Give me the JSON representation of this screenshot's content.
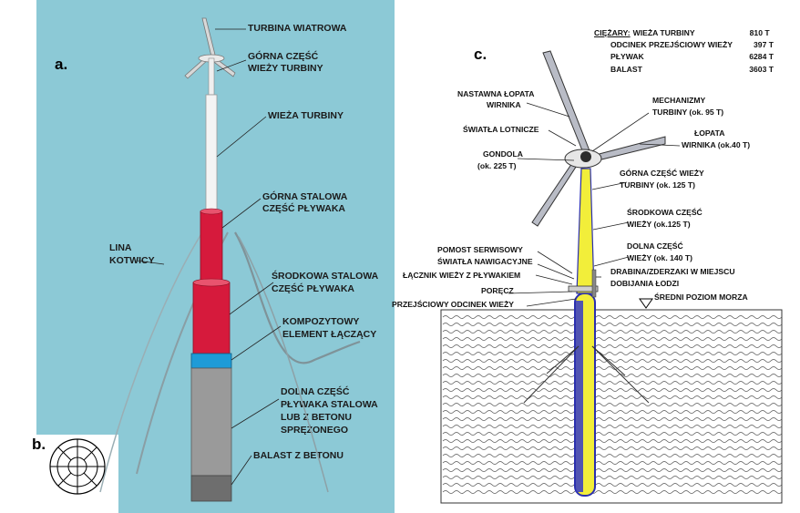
{
  "panel_a": {
    "letter": "a.",
    "labels": {
      "turbine": "TURBINA WIATROWA",
      "upper_tower_1": "GÓRNA CZĘŚĆ",
      "upper_tower_2": "WIEŻY TURBINY",
      "tower": "WIEŻA TURBINY",
      "upper_float_1": "GÓRNA STALOWA",
      "upper_float_2": "CZĘŚĆ PŁYWAKA",
      "mooring_1": "LINA",
      "mooring_2": "KOTWICY",
      "middle_float_1": "ŚRODKOWA STALOWA",
      "middle_float_2": "CZĘŚĆ PŁYWAKA",
      "composite_1": "KOMPOZYTOWY",
      "composite_2": "ELEMENT ŁĄCZĄCY",
      "lower_float_1": "DOLNA CZĘŚĆ",
      "lower_float_2": "PŁYWAKA STALOWA",
      "lower_float_3": "LUB Z BETONU",
      "lower_float_4": "SPRĘŻONEGO",
      "ballast": "BALAST Z BETONU"
    }
  },
  "panel_b": {
    "letter": "b."
  },
  "panel_c": {
    "letter": "c.",
    "weights": {
      "heading": "CIĘŻARY:",
      "rows": [
        {
          "name": "WIEŻA TURBINY",
          "value": "810 T"
        },
        {
          "name": "ODCINEK PRZEJŚCIOWY WIEŻY",
          "value": "397 T"
        },
        {
          "name": "PŁYWAK",
          "value": "6284 T"
        },
        {
          "name": "BALAST",
          "value": "3603 T"
        }
      ]
    },
    "labels": {
      "blade_pitch_1": "NASTAWNA ŁOPATA",
      "blade_pitch_2": "WIRNIKA",
      "mechanisms_1": "MECHANIZMY",
      "mechanisms_2": "TURBINY (ok. 95 T)",
      "aviation_lights": "ŚWIATŁA LOTNICZE",
      "blade_1": "ŁOPATA",
      "blade_2": "WIRNIKA (ok.40 T)",
      "nacelle_1": "GONDOLA",
      "nacelle_2": "(ok. 225 T)",
      "upper_tower_1": "GÓRNA CZĘŚĆ WIEŻY",
      "upper_tower_2": "TURBINY (ok. 125 T)",
      "middle_tower_1": "ŚRODKOWA CZĘŚĆ",
      "middle_tower_2": "WIEŻY (ok.125 T)",
      "lower_tower_1": "DOLNA CZĘŚĆ",
      "lower_tower_2": "WIEŻY (ok. 140 T)",
      "service_platform": "POMOST SERWISOWY",
      "nav_lights": "ŚWIATŁA NAWIGACYJNE",
      "ladder_1": "DRABINA/ZDERZAKI W MIEJSCU",
      "ladder_2": "DOBIJANIA ŁODZI",
      "connector": "ŁĄCZNIK WIEŻY Z PŁYWAKIEM",
      "railing": "PORĘCZ",
      "mean_sea_level": "ŚREDNI POZIOM MORZA",
      "transition": "PRZEJŚCIOWY ODCINEK WIEŻY"
    }
  }
}
